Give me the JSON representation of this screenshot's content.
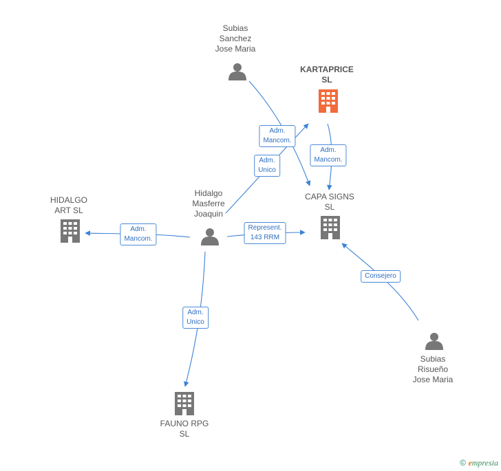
{
  "colors": {
    "edge": "#3b82d6",
    "person": "#777777",
    "company": "#777777",
    "company_highlight": "#f26b3a"
  },
  "nodes": {
    "subias_sanchez": {
      "label": "Subias\nSanchez\nJose Maria",
      "icon": "person-icon"
    },
    "kartaprice": {
      "label": "KARTAPRICE\nSL",
      "icon": "building-icon"
    },
    "hidalgo_art": {
      "label": "HIDALGO\nART SL",
      "icon": "building-icon"
    },
    "hidalgo_masferre": {
      "label": "Hidalgo\nMasferre\nJoaquin",
      "icon": "person-icon"
    },
    "capa_signs": {
      "label": "CAPA SIGNS\nSL",
      "icon": "building-icon"
    },
    "subias_risueno": {
      "label": "Subias\nRisueño\nJose Maria",
      "icon": "person-icon"
    },
    "fauno_rpg": {
      "label": "FAUNO RPG\nSL",
      "icon": "building-icon"
    }
  },
  "edges": {
    "sanchez_capa": "Adm.\nMancom.",
    "masferre_kartaprice": "Adm.\nUnico",
    "kartaprice_capa": "Adm.\nMancom.",
    "masferre_hidalgo_art": "Adm.\nMancom.",
    "masferre_capa": "Represent.\n143 RRM",
    "risueno_capa": "Consejero",
    "masferre_fauno": "Adm.\nUnico"
  },
  "footer": {
    "copyright": "©",
    "brand_e": "e",
    "brand_rest": "mpresia"
  }
}
